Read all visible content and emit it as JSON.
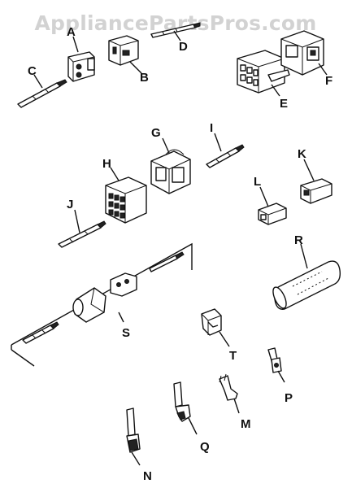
{
  "watermark": "AppliancePartsPros.com",
  "parts": [
    {
      "id": "A",
      "name": "Connector housing, 2-way"
    },
    {
      "id": "B",
      "name": "Connector housing, 2-way, male"
    },
    {
      "id": "C",
      "name": "Terminal pin"
    },
    {
      "id": "D",
      "name": "Terminal pin"
    },
    {
      "id": "E",
      "name": "Connector housing, 6-way"
    },
    {
      "id": "F",
      "name": "Connector housing, 6-way, male"
    },
    {
      "id": "G",
      "name": "Connector housing, 6-way"
    },
    {
      "id": "H",
      "name": "Connector housing, 9-way"
    },
    {
      "id": "I",
      "name": "Terminal pin"
    },
    {
      "id": "J",
      "name": "Terminal pin"
    },
    {
      "id": "K",
      "name": "Connector housing, 3-way"
    },
    {
      "id": "L",
      "name": "Connector housing, 3-way"
    },
    {
      "id": "M",
      "name": "Terminal, fork"
    },
    {
      "id": "N",
      "name": "Terminal, female"
    },
    {
      "id": "P",
      "name": "Terminal, female"
    },
    {
      "id": "Q",
      "name": "Terminal, ring"
    },
    {
      "id": "R",
      "name": "Sleeving"
    },
    {
      "id": "S",
      "name": "Connector kit"
    },
    {
      "id": "T",
      "name": "Clip"
    }
  ]
}
